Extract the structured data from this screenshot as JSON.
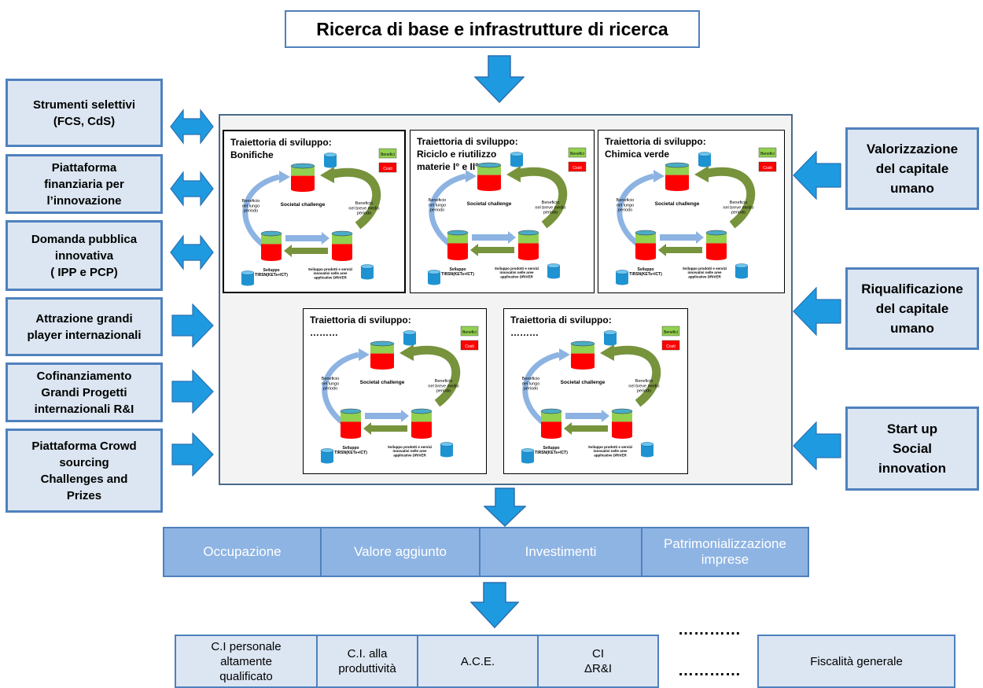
{
  "header": {
    "title": "Ricerca di base e infrastrutture di ricerca"
  },
  "left_boxes": [
    {
      "label": "Strumenti selettivi\n(FCS, CdS)",
      "arrow": "double"
    },
    {
      "label": "Piattaforma\nfinanziaria per\nl’innovazione",
      "arrow": "double"
    },
    {
      "label": "Domanda pubblica\ninnovativa\n( IPP e PCP)",
      "arrow": "double"
    },
    {
      "label": "Attrazione grandi\nplayer internazionali",
      "arrow": "right"
    },
    {
      "label": "Cofinanziamento\nGrandi Progetti\ninternazionali R&I",
      "arrow": "right"
    },
    {
      "label": "Piattaforma Crowd\nsourcing\nChallenges and\nPrizes",
      "arrow": "right"
    }
  ],
  "right_boxes": [
    {
      "label": "Valorizzazione\ndel capitale\numano"
    },
    {
      "label": "Riqualificazione\ndel capitale\numano"
    },
    {
      "label": "Start up\nSocial\ninnovation"
    }
  ],
  "trajectories": [
    {
      "title": "Traiettoria di sviluppo: Bonifiche"
    },
    {
      "title": "Traiettoria di sviluppo: Riciclo e riutilizzo\nmaterie I° e II°"
    },
    {
      "title": "Traiettoria di sviluppo: Chimica verde"
    },
    {
      "title": "Traiettoria di sviluppo: ………"
    },
    {
      "title": "Traiettoria di sviluppo: ………"
    }
  ],
  "trajectory_common": {
    "legend_benefici": "Benefici",
    "legend_costi": "Costi",
    "societal_challenge": "Societal challenge",
    "beneficio_lungo": "Beneficio\nnel lungo\nperiodo",
    "beneficio_breve": "Beneficio\nnel breve medio\nperiodo",
    "sviluppo": "Sviluppo\nTIRSN(KETs+ICT)",
    "sviluppo_prodotti": "Sviluppo prodotti e servizi\ninnovativi nelle aree\napplicative DRIVER",
    "colors": {
      "benefici": "#92d050",
      "costi": "#ff0000",
      "arrow_blue": "#8db3e2",
      "arrow_green": "#77933c"
    }
  },
  "outcomes": [
    {
      "label": "Occupazione"
    },
    {
      "label": "Valore aggiunto"
    },
    {
      "label": "Investimenti"
    },
    {
      "label": "Patrimonializzazione\nimprese"
    }
  ],
  "fiscal_tools": [
    {
      "label": "C.I personale\naltamente\nqualificato"
    },
    {
      "label": "C.I. alla\nproduttività"
    },
    {
      "label": "A.C.E."
    },
    {
      "label": "CI\nΔR&I"
    },
    {
      "label": "Fiscalità generale"
    }
  ],
  "ellipsis": {
    "top": "…………",
    "bottom": "…………"
  },
  "colors": {
    "arrow": "#1e9be0",
    "box_fill": "#dce6f2",
    "box_border": "#4f81bd",
    "kpi_fill": "#8eb4e3"
  }
}
